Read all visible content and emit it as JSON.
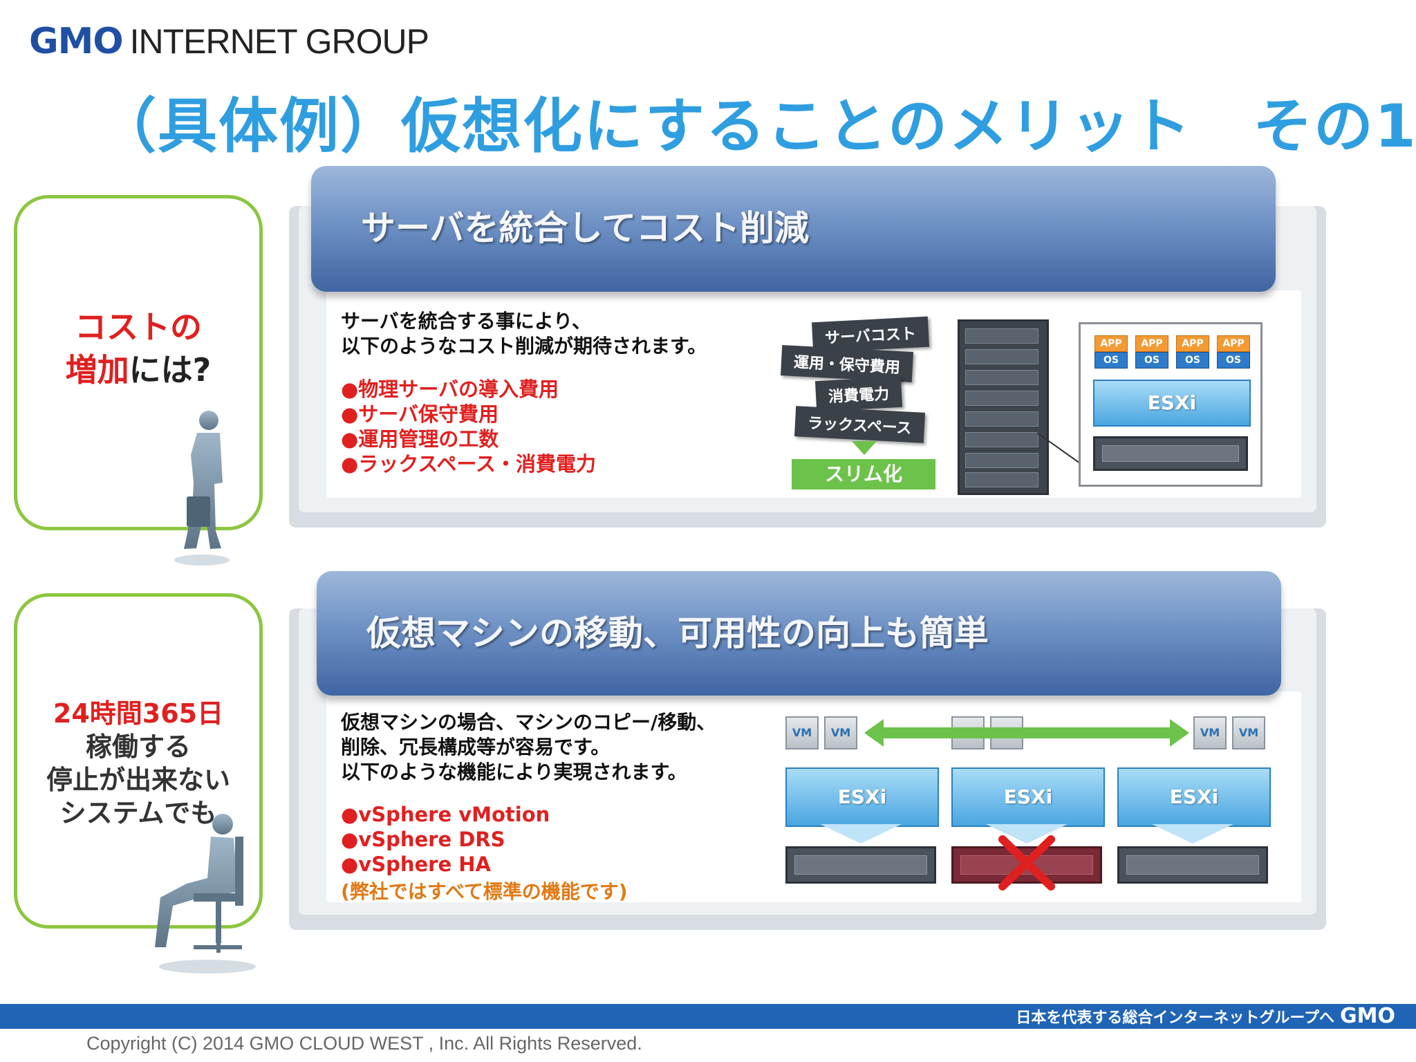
{
  "header": {
    "logo_gmo": "GMO",
    "logo_rest": "INTERNET GROUP",
    "title": "（具体例）仮想化にすることのメリット　その1"
  },
  "left_box_1": {
    "line1_red": "コストの",
    "line2_red": "増加",
    "line2_rest": "には?"
  },
  "left_box_2": {
    "line1_red": "24時間365日",
    "line2": "稼働する",
    "line3": "停止が出来ない",
    "line4": "システムでも"
  },
  "section1": {
    "banner_title": "サーバを統合してコスト削減",
    "desc_lines": [
      "サーバを統合する事により、",
      "以下のようなコスト削減が期待されます。"
    ],
    "bullets": [
      "●物理サーバの導入費用",
      "●サーバ保守費用",
      "●運用管理の工数",
      "●ラックスペース・消費電力"
    ],
    "diagram": {
      "tags": [
        "サーバコスト",
        "運用・保守費用",
        "消費電力",
        "ラックスペース"
      ],
      "slim_label": "スリム化",
      "app_label": "APP",
      "os_label": "OS",
      "esxi_label": "ESXi"
    }
  },
  "section2": {
    "banner_title": "仮想マシンの移動、可用性の向上も簡単",
    "desc_lines": [
      "仮想マシンの場合、マシンのコピー/移動、",
      "削除、冗長構成等が容易です。",
      "以下のような機能により実現されます。"
    ],
    "bullets": [
      "●vSphere vMotion",
      "●vSphere DRS",
      "●vSphere HA"
    ],
    "note": "(弊社ではすべて標準の機能です)",
    "diagram": {
      "vm_label": "VM",
      "esxi_label": "ESXi"
    }
  },
  "footer": {
    "slogan": "日本を代表する総合インターネットグループへ",
    "slogan_logo": "GMO",
    "copyright": "Copyright (C) 2014 GMO CLOUD WEST , Inc. All Rights Reserved."
  },
  "colors": {
    "title_blue": "#2f9ee0",
    "accent_red": "#e02020",
    "accent_green": "#8cc63f",
    "note_orange": "#e07a14",
    "footer_blue": "#1f64b5"
  }
}
